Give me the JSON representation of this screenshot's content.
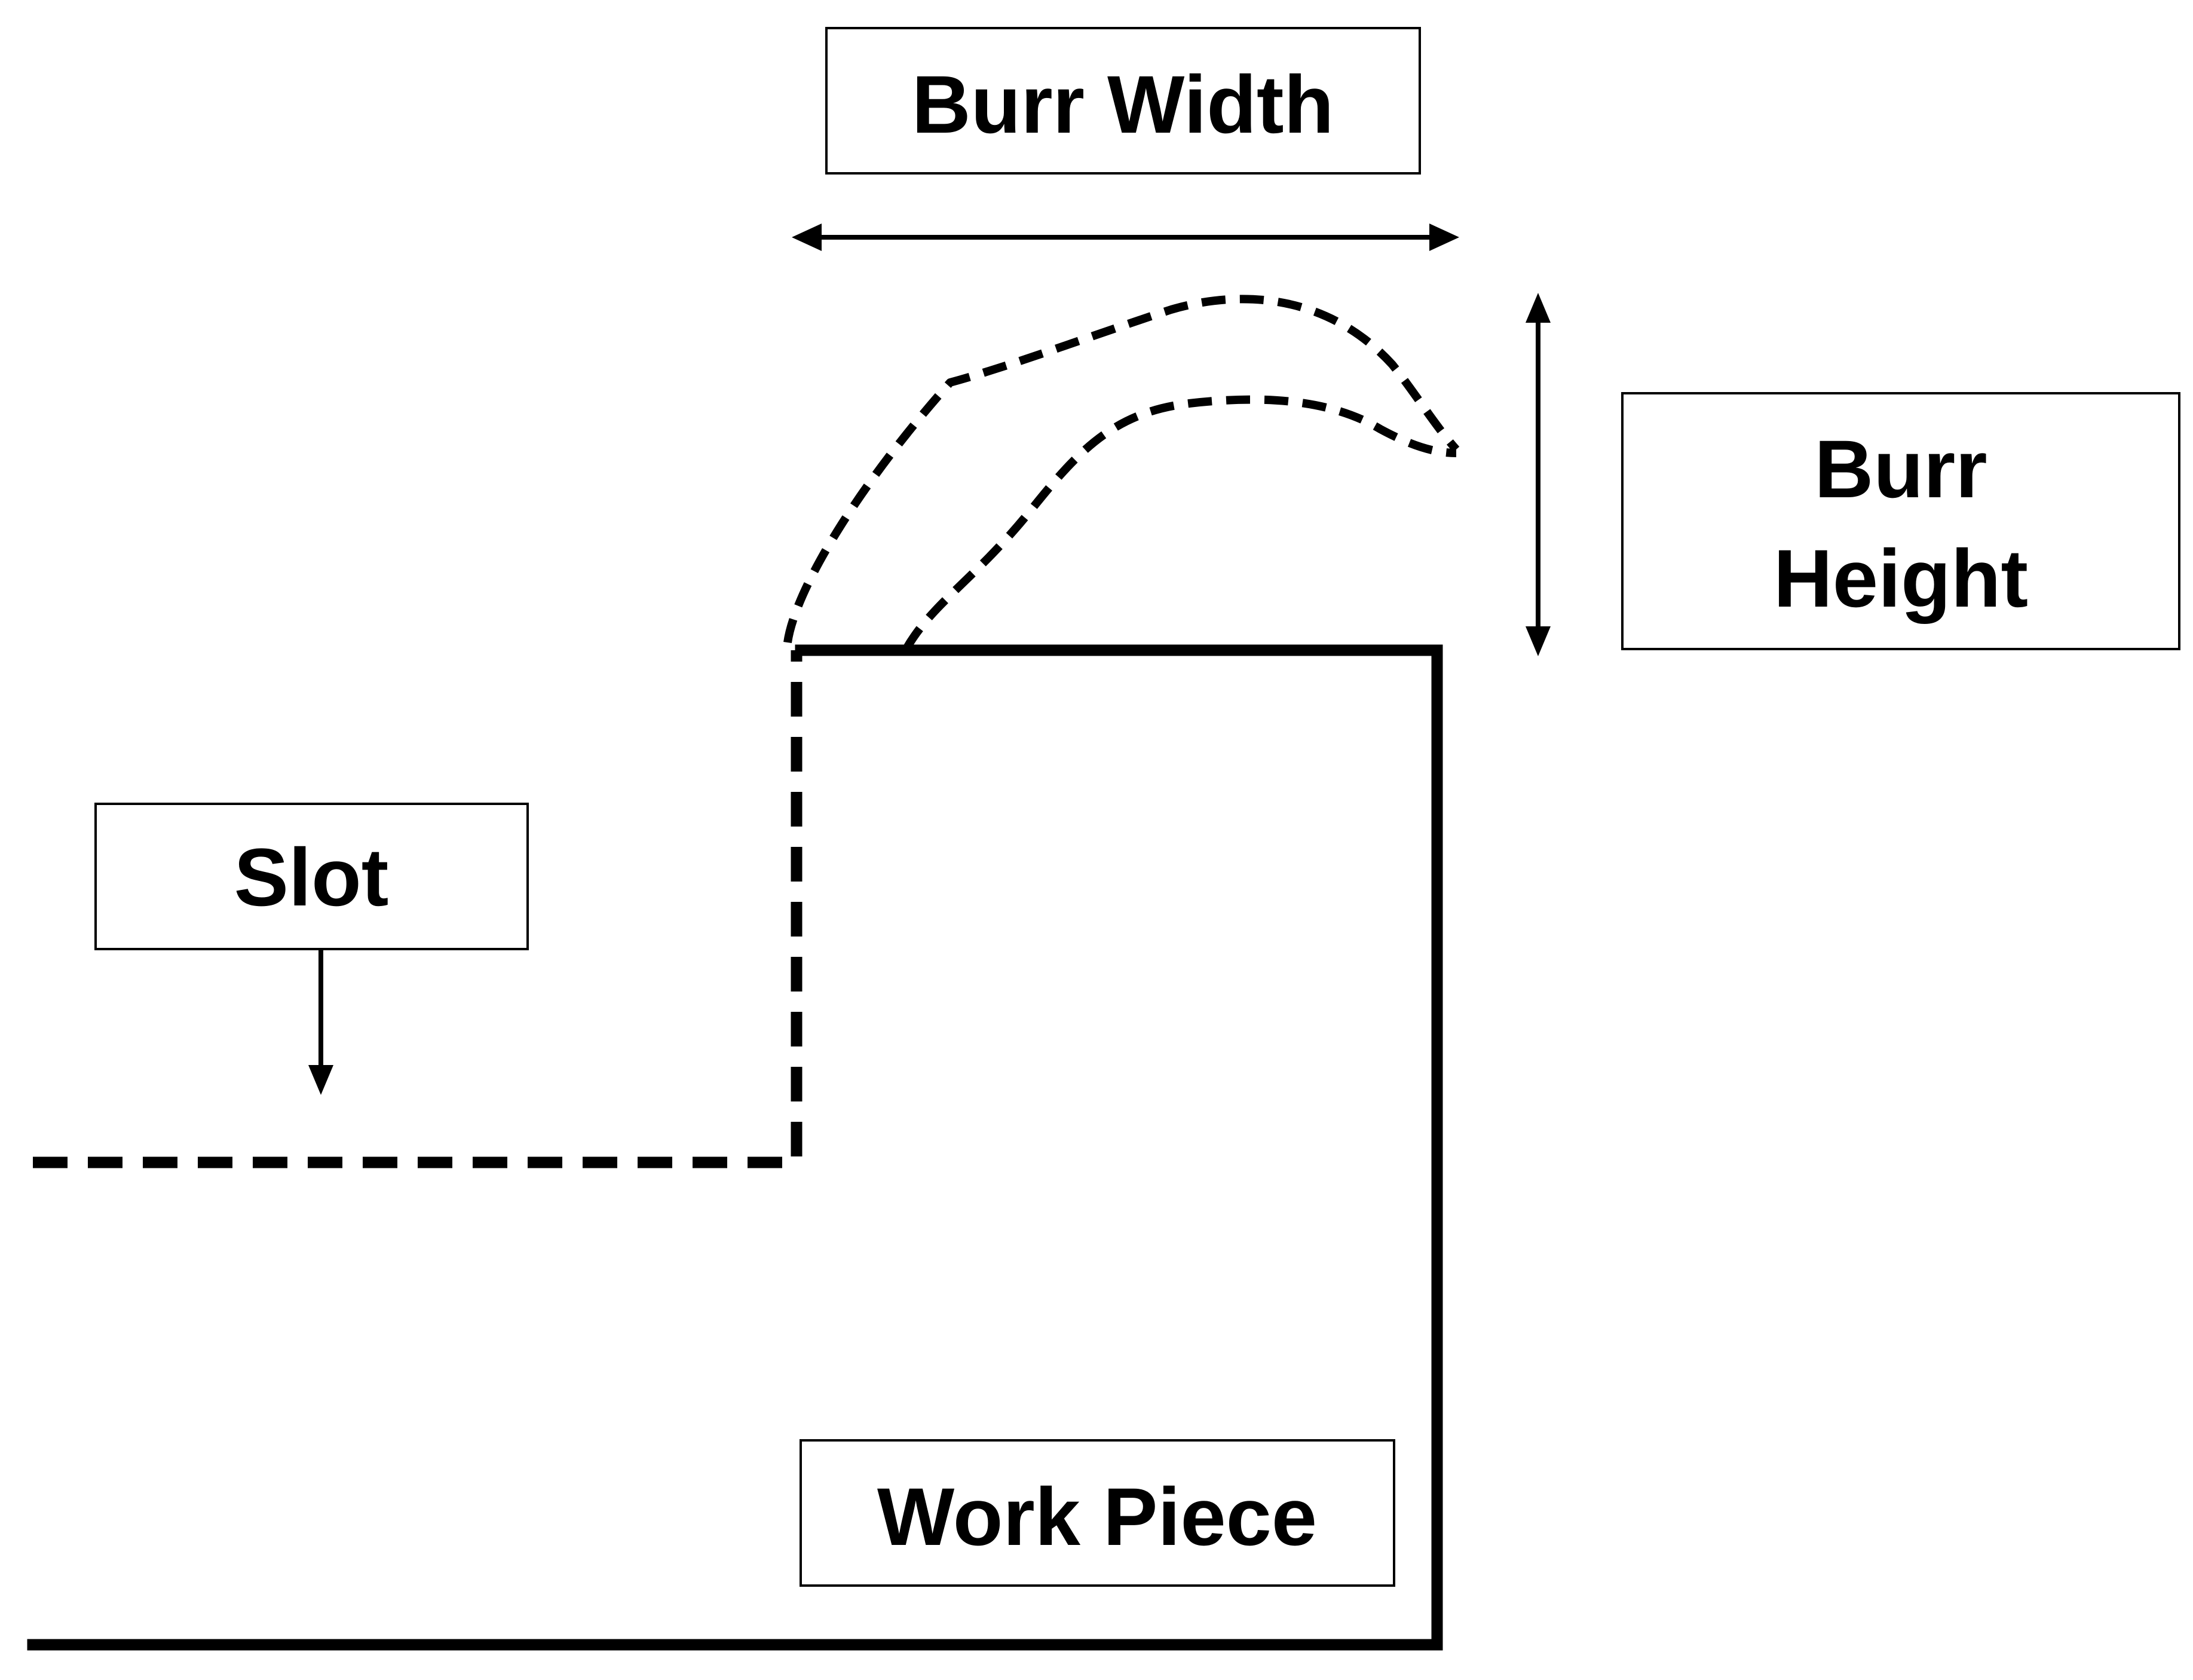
{
  "labels": {
    "burr_width": "Burr Width",
    "burr_height_line1": "Burr",
    "burr_height_line2": "Height",
    "slot": "Slot",
    "work_piece": "Work Piece"
  },
  "colors": {
    "line": "#000000",
    "background": "#ffffff"
  }
}
